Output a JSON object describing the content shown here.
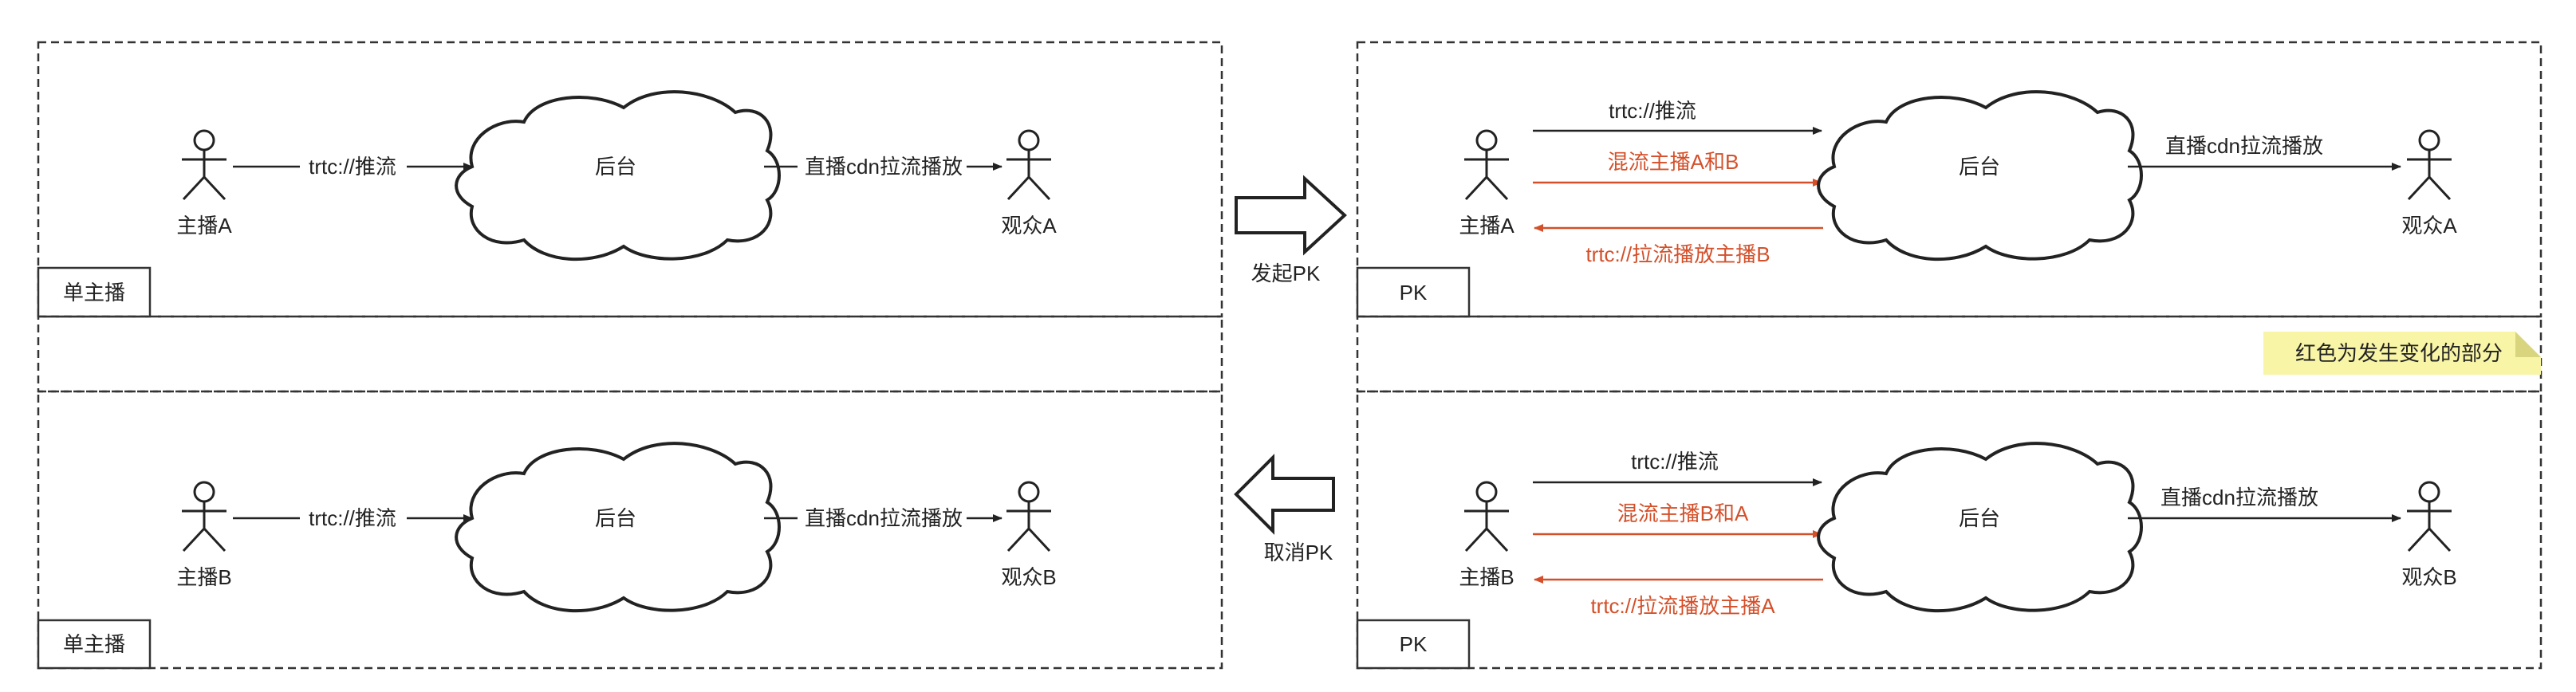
{
  "colors": {
    "change": "#d4502a",
    "note_bg": "#f8f5a6",
    "line": "#222222"
  },
  "panels": {
    "single_a": {
      "tag": "单主播",
      "anchor": "主播A",
      "push": "trtc://推流",
      "backend": "后台",
      "play": "直播cdn拉流播放",
      "viewer": "观众A"
    },
    "single_b": {
      "tag": "单主播",
      "anchor": "主播B",
      "push": "trtc://推流",
      "backend": "后台",
      "play": "直播cdn拉流播放",
      "viewer": "观众B"
    },
    "pk_a": {
      "tag": "PK",
      "anchor": "主播A",
      "push": "trtc://推流",
      "mix": "混流主播A和B",
      "pull": "trtc://拉流播放主播B",
      "backend": "后台",
      "play": "直播cdn拉流播放",
      "viewer": "观众A"
    },
    "pk_b": {
      "tag": "PK",
      "anchor": "主播B",
      "push": "trtc://推流",
      "mix": "混流主播B和A",
      "pull": "trtc://拉流播放主播A",
      "backend": "后台",
      "play": "直播cdn拉流播放",
      "viewer": "观众B"
    }
  },
  "transitions": {
    "start": "发起PK",
    "cancel": "取消PK"
  },
  "note": "红色为发生变化的部分"
}
